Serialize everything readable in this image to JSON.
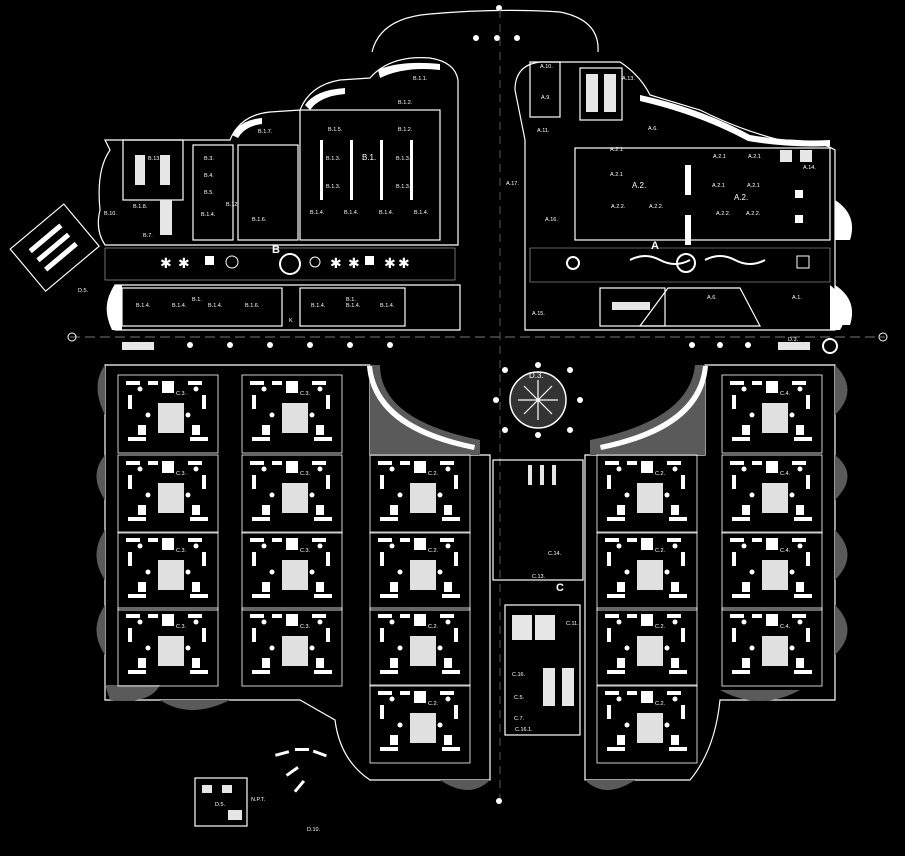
{
  "plan": {
    "zones": {
      "a": "A",
      "b": "B",
      "c": "C"
    },
    "block_a": {
      "top_rooms": [
        "A.10.",
        "A.9.",
        "A.11.",
        "A.13.",
        "A.6.",
        "A.17.",
        "A.16.",
        "A.15.",
        "A.14."
      ],
      "hall_labels": [
        "A.2.1",
        "A.2.1",
        "A.2.1",
        "A.2.1",
        "A.2.1",
        "A.2.1",
        "A.2.",
        "A.2.",
        "A.2.2.",
        "A.2.2.",
        "A.2.2.",
        "A.2.2."
      ],
      "bottom_rooms": [
        "A.6.",
        "A.1."
      ]
    },
    "block_b": {
      "top_rooms": [
        "B.1.1.",
        "B.1.2.",
        "B.1.2.",
        "B.1.5.",
        "B.1.7.",
        "B.1.3.",
        "B.1.",
        "B.1.3.",
        "B.1.3.",
        "B.1.3.",
        "B.1.4.",
        "B.1.4.",
        "B.1.4.",
        "B.1.4."
      ],
      "left_rooms": [
        "B.13.",
        "B.3.",
        "B.4.",
        "B.5.",
        "B.10.",
        "B.1.8.",
        "B.1.4.",
        "B.1.6.",
        "B.12.",
        "B.7."
      ],
      "bottom_rooms": [
        "B.1.",
        "B.1.4.",
        "B.1.4.",
        "B.1.4.",
        "B.1.6.",
        "B.1.",
        "B.1.4.",
        "B.1.4.",
        "B.1.4."
      ]
    },
    "block_c": {
      "unit_left": "C.3.",
      "unit_mid": "C.2.",
      "unit_right": "C.4.",
      "core_rooms": [
        "C.14.",
        "C.13.",
        "C.11.",
        "C.16.",
        "C.5.",
        "C.7.",
        "C.16.1."
      ]
    },
    "misc": {
      "plaza": "D.3.",
      "corridor_tag": "D.3.",
      "left_tag": "D.5.",
      "small_tag": "K",
      "bottom_room": "D.5.",
      "bottom_tag_1": "N.P.T.",
      "bottom_tag_2": "D.10."
    },
    "colors": {
      "background": "#000000",
      "wall": "#ffffff",
      "fill": "#5a5a5a"
    }
  }
}
